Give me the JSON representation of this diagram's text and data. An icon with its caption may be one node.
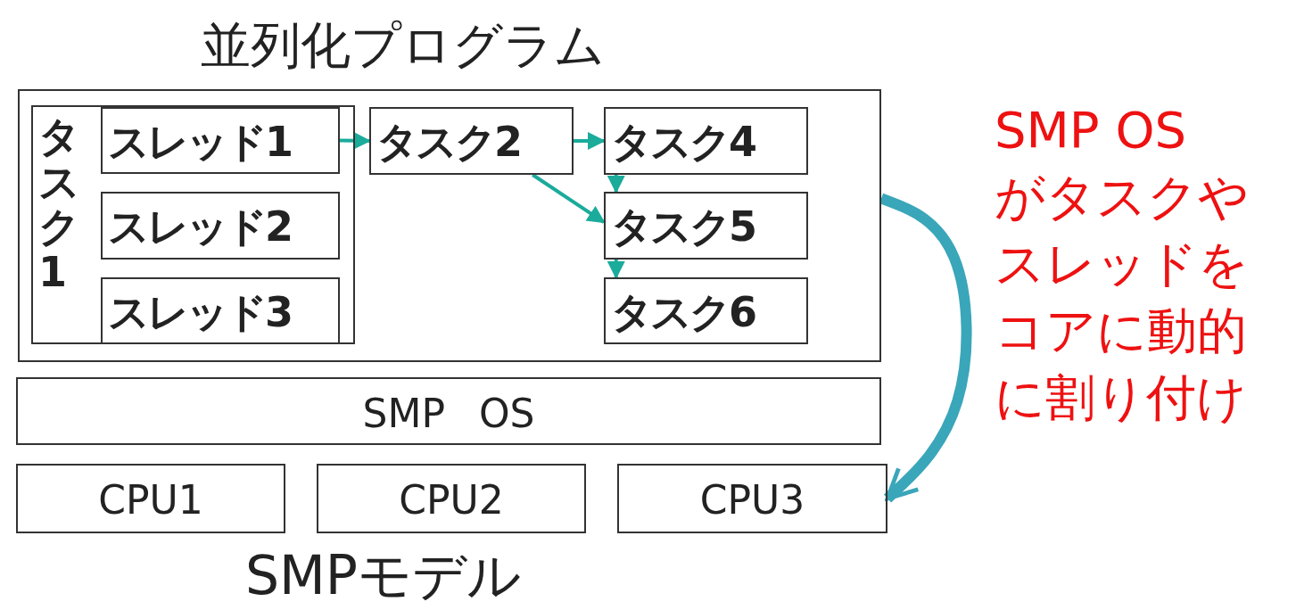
{
  "diagram": {
    "caption": "SMPモデル",
    "nodes": [
      {
        "text": [
          "並列化プログラム"
        ]
      },
      {
        "text": [
          "タスク1"
        ],
        "in": 0
      },
      {
        "text": [
          "スレッド1"
        ],
        "in": 1
      },
      {
        "text": [
          "スレッド2"
        ],
        "in": 1
      },
      {
        "text": [
          "スレッド3"
        ],
        "in": 1
      },
      {
        "text": [
          "タスク2"
        ],
        "in": 0
      },
      {
        "text": [
          "タスク4"
        ],
        "in": 0
      },
      {
        "text": [
          "タスク5"
        ],
        "in": 0
      },
      {
        "text": [
          "タスク6"
        ],
        "in": 0
      },
      {
        "text": [
          "SMP OS"
        ]
      },
      {
        "text": [
          "CPU1"
        ]
      },
      {
        "text": [
          "CPU2"
        ]
      },
      {
        "text": [
          "CPU3"
        ]
      }
    ],
    "edges": [
      {
        "from": 2,
        "to": 5,
        "arrow": "to"
      },
      {
        "from": 5,
        "to": 6,
        "arrow": "to"
      },
      {
        "from": 5,
        "to": 7,
        "arrow": "to"
      },
      {
        "from": 6,
        "to": 7,
        "arrow": "to"
      },
      {
        "from": 7,
        "to": 8,
        "arrow": "to"
      },
      {
        "from": 0,
        "to": 12,
        "arrow": "to",
        "style": "thick",
        "color": "#3aa6b9"
      }
    ],
    "labels": [
      "SMP OS",
      "がタスクやスレッドをコアに動的に割り付け"
    ]
  }
}
